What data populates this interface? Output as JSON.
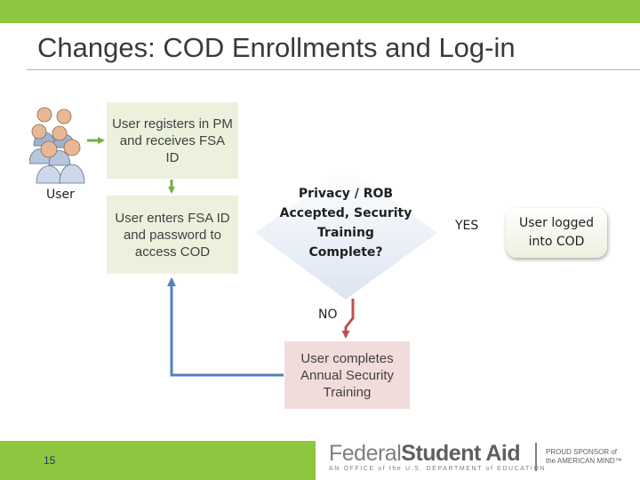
{
  "header": {
    "title": "Changes: COD Enrollments and Log-in",
    "accent_color": "#8dc63f"
  },
  "diagram": {
    "user_label": "User",
    "user_icon": "user-group-icon",
    "step1": "User registers in PM and receives FSA ID",
    "step2": "User enters FSA ID and password to access COD",
    "decision": "Privacy / ROB Accepted, Security Training Complete?",
    "yes_label": "YES",
    "no_label": "NO",
    "step3": "User completes Annual Security Training",
    "result": "User logged into COD",
    "colors": {
      "green_box": "#ebf1dd",
      "pink_box": "#f2dcdb",
      "diamond": "#dbe5f1",
      "arrow_green": "#76b041",
      "arrow_red": "#c0504d",
      "arrow_blue": "#4f81bd"
    }
  },
  "footer": {
    "page_number": "15",
    "logo_text_federal": "Federal",
    "logo_text_student_aid": "Student Aid",
    "logo_subtitle": "AN OFFICE of the U.S. DEPARTMENT of EDUCATION",
    "sponsor_line1": "PROUD SPONSOR of",
    "sponsor_line2": "the AMERICAN MIND™"
  }
}
